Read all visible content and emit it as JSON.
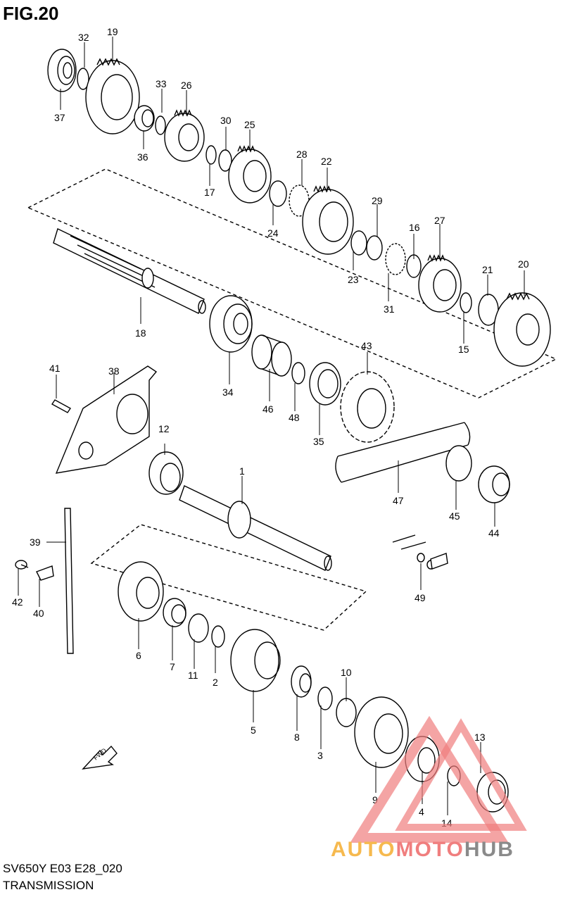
{
  "figure_title": "FIG.20",
  "footer": {
    "model_code": "SV650Y E03 E28_020",
    "section_name": "TRANSMISSION"
  },
  "direction_marker": "FWD",
  "watermark": {
    "parts": [
      "AUTO",
      "MOTO",
      "HUB"
    ],
    "colors": [
      "#f6b94e",
      "#f07e7e",
      "#8a8a8a"
    ]
  },
  "callouts": [
    "1",
    "2",
    "3",
    "4",
    "5",
    "6",
    "7",
    "8",
    "9",
    "10",
    "11",
    "12",
    "13",
    "14",
    "15",
    "16",
    "17",
    "18",
    "19",
    "20",
    "21",
    "22",
    "23",
    "24",
    "25",
    "26",
    "27",
    "28",
    "29",
    "30",
    "31",
    "32",
    "33",
    "34",
    "35",
    "36",
    "37",
    "38",
    "39",
    "40",
    "41",
    "42",
    "43",
    "44",
    "45",
    "46",
    "47",
    "48",
    "49"
  ]
}
